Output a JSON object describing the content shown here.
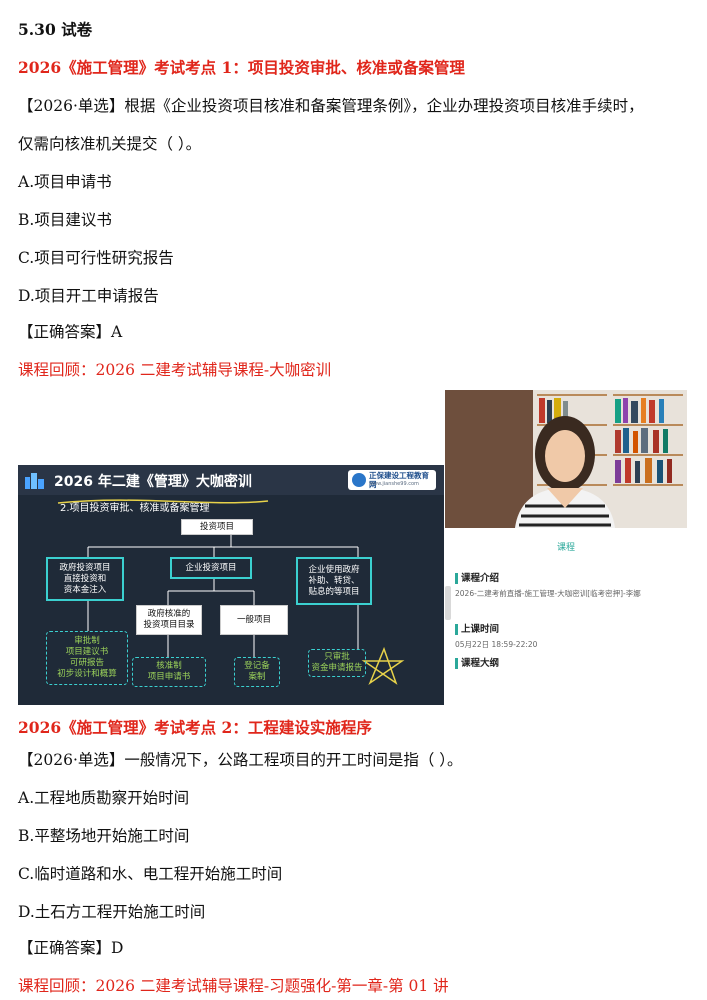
{
  "doc": {
    "heading": "5.30 试卷",
    "q1": {
      "topic": "2026《施工管理》考试考点 1：项目投资审批、核准或备案管理",
      "stem_line1": "【2026·单选】根据《企业投资项目核准和备案管理条例》，企业办理投资项目核准手续时，",
      "stem_line2": "仅需向核准机关提交（    ）。",
      "options": [
        "A.项目申请书",
        "B.项目建议书",
        "C.项目可行性研究报告",
        "D.项目开工申请报告"
      ],
      "answer": "【正确答案】A",
      "review": "课程回顾：2026 二建考试辅导课程-大咖密训"
    },
    "video": {
      "slide_title": "2026 年二建《管理》大咖密训",
      "logo_title": "正保建设工程教育网",
      "logo_sub": "www.jianshe99.com",
      "slide_subtitle": "2.项目投资审批、核准或备案管理",
      "diagram": {
        "root": "投资项目",
        "gov": "政府投资项目\n直接投资和\n资本金注入",
        "ent": "企业投资项目",
        "ent_gov": "企业使用政府\n补助、转贷、\n贴息的等项目",
        "gov_list": "政府核准的\n投资项目目录",
        "general": "一般项目",
        "approve": "审批制\n项目建议书\n可研报告\n初步设计和概算",
        "verify": "核准制\n项目申请书",
        "record": "登记备\n案制",
        "only": "只审批\n资金申请报告"
      },
      "panel": {
        "tab": "课程",
        "intro_label": "课程介绍",
        "intro_text": "2026-二建考前直播-施工管理-大咖密训[临考密押]-李娜",
        "time_label": "上课时间",
        "time_text": "05月22日 18:59-22:20",
        "outline_label": "课程大纲"
      }
    },
    "q2": {
      "topic": "2026《施工管理》考试考点 2：工程建设实施程序",
      "stem": "【2026·单选】一般情况下，公路工程项目的开工时间是指（    ）。",
      "options": [
        "A.工程地质勘察开始时间",
        "B.平整场地开始施工时间",
        "C.临时道路和水、电工程开始施工时间",
        "D.土石方工程开始施工时间"
      ],
      "answer": "【正确答案】D",
      "review": "课程回顾：2026 二建考试辅导课程-习题强化-第一章-第 01 讲"
    }
  }
}
